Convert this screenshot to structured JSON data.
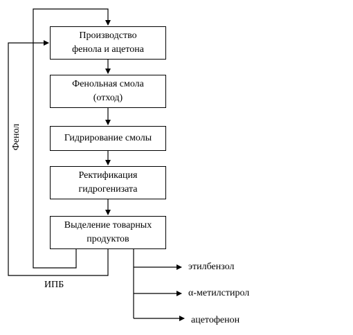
{
  "boxes": {
    "production": "Производство\nфенола и ацетона",
    "resin": "Фенольная смола\n(отход)",
    "hydrogenation": "Гидрирование смолы",
    "rectification": "Ректификация\nгидрогенизата",
    "separation": "Выделение товарных\nпродуктов"
  },
  "streams": {
    "phenol": "Фенол",
    "ipb": "ИПБ"
  },
  "products": [
    "этилбензол",
    "α-метилстирол",
    "ацетофенон"
  ]
}
